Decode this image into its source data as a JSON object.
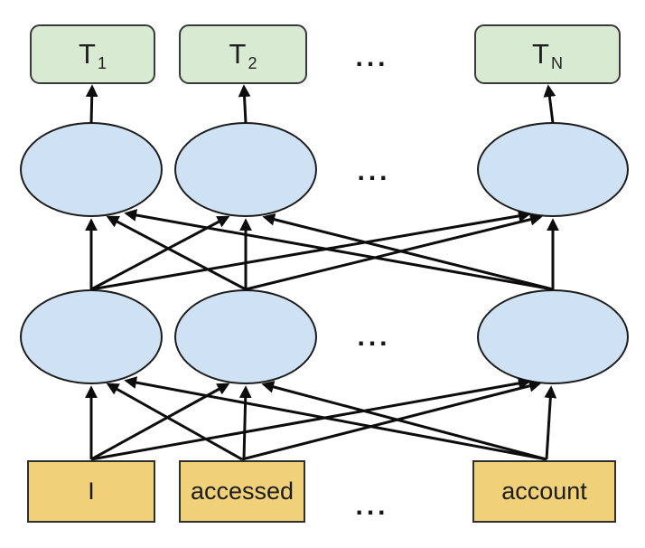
{
  "diagram": {
    "output_nodes": [
      {
        "label": "T",
        "subscript": "1"
      },
      {
        "label": "T",
        "subscript": "2"
      },
      {
        "label": "T",
        "subscript": "N"
      }
    ],
    "input_tokens": [
      "I",
      "accessed",
      "account"
    ],
    "ellipsis": "...",
    "colors": {
      "background": "#ffffff",
      "output_fill": "#d9ead3",
      "hidden_fill": "#cfe2f3",
      "input_fill": "#f0d079",
      "arrow": "#0d0d0d"
    }
  }
}
